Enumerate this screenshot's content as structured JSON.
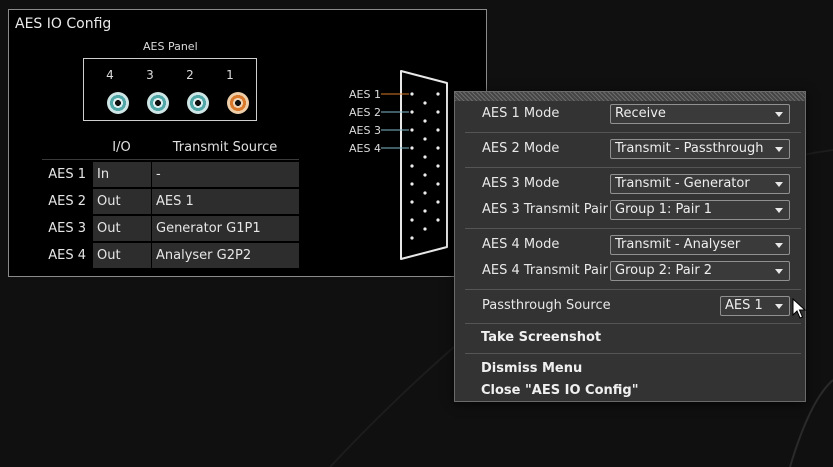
{
  "panel": {
    "title": "AES IO Config",
    "aes_panel_label": "AES Panel",
    "ports": [
      {
        "number": "4",
        "color": "teal"
      },
      {
        "number": "3",
        "color": "teal"
      },
      {
        "number": "2",
        "color": "teal"
      },
      {
        "number": "1",
        "color": "orange"
      }
    ],
    "table": {
      "headers": [
        "",
        "I/O",
        "Transmit Source"
      ],
      "rows": [
        {
          "name": "AES 1",
          "io": "In",
          "source": "-"
        },
        {
          "name": "AES 2",
          "io": "Out",
          "source": "AES 1"
        },
        {
          "name": "AES 3",
          "io": "Out",
          "source": "Generator G1P1"
        },
        {
          "name": "AES 4",
          "io": "Out",
          "source": "Analyser G2P2"
        }
      ]
    },
    "connector_labels": [
      "AES 1",
      "AES 2",
      "AES 3",
      "AES 4"
    ]
  },
  "menu": {
    "aes1_mode": {
      "label": "AES 1 Mode",
      "value": "Receive"
    },
    "aes2_mode": {
      "label": "AES 2 Mode",
      "value": "Transmit - Passthrough"
    },
    "aes3_mode": {
      "label": "AES 3 Mode",
      "value": "Transmit - Generator"
    },
    "aes3_pair": {
      "label": "AES 3 Transmit Pair",
      "value": "Group 1: Pair 1"
    },
    "aes4_mode": {
      "label": "AES 4 Mode",
      "value": "Transmit - Analyser"
    },
    "aes4_pair": {
      "label": "AES 4 Transmit Pair",
      "value": "Group 2: Pair 2"
    },
    "passthrough": {
      "label": "Passthrough Source",
      "value": "AES 1"
    },
    "take_screenshot": "Take Screenshot",
    "dismiss": "Dismiss Menu",
    "close": "Close \"AES IO Config\""
  },
  "colors": {
    "port_teal": "#4ea6a6",
    "port_orange": "#d9772a",
    "menu_bg": "#333333",
    "panel_bg": "#000000"
  }
}
